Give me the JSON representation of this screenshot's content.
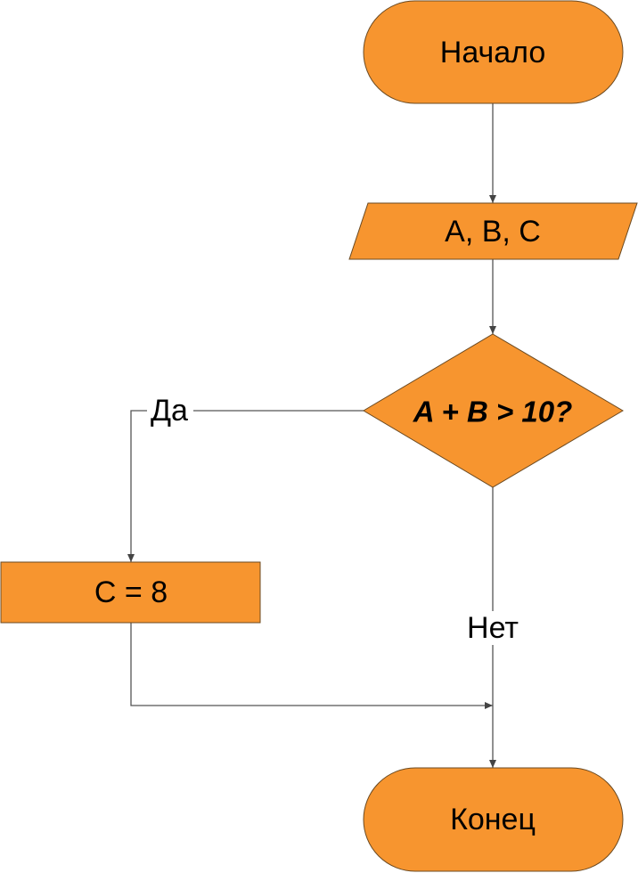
{
  "diagram": {
    "start": "Начало",
    "input": "A, B, C",
    "condition": "A + B > 10?",
    "yes_label": "Да",
    "no_label": "Нет",
    "action": "C = 8",
    "end": "Конец"
  },
  "colors": {
    "shape_fill": "#F7952F",
    "connector": "#555555"
  }
}
